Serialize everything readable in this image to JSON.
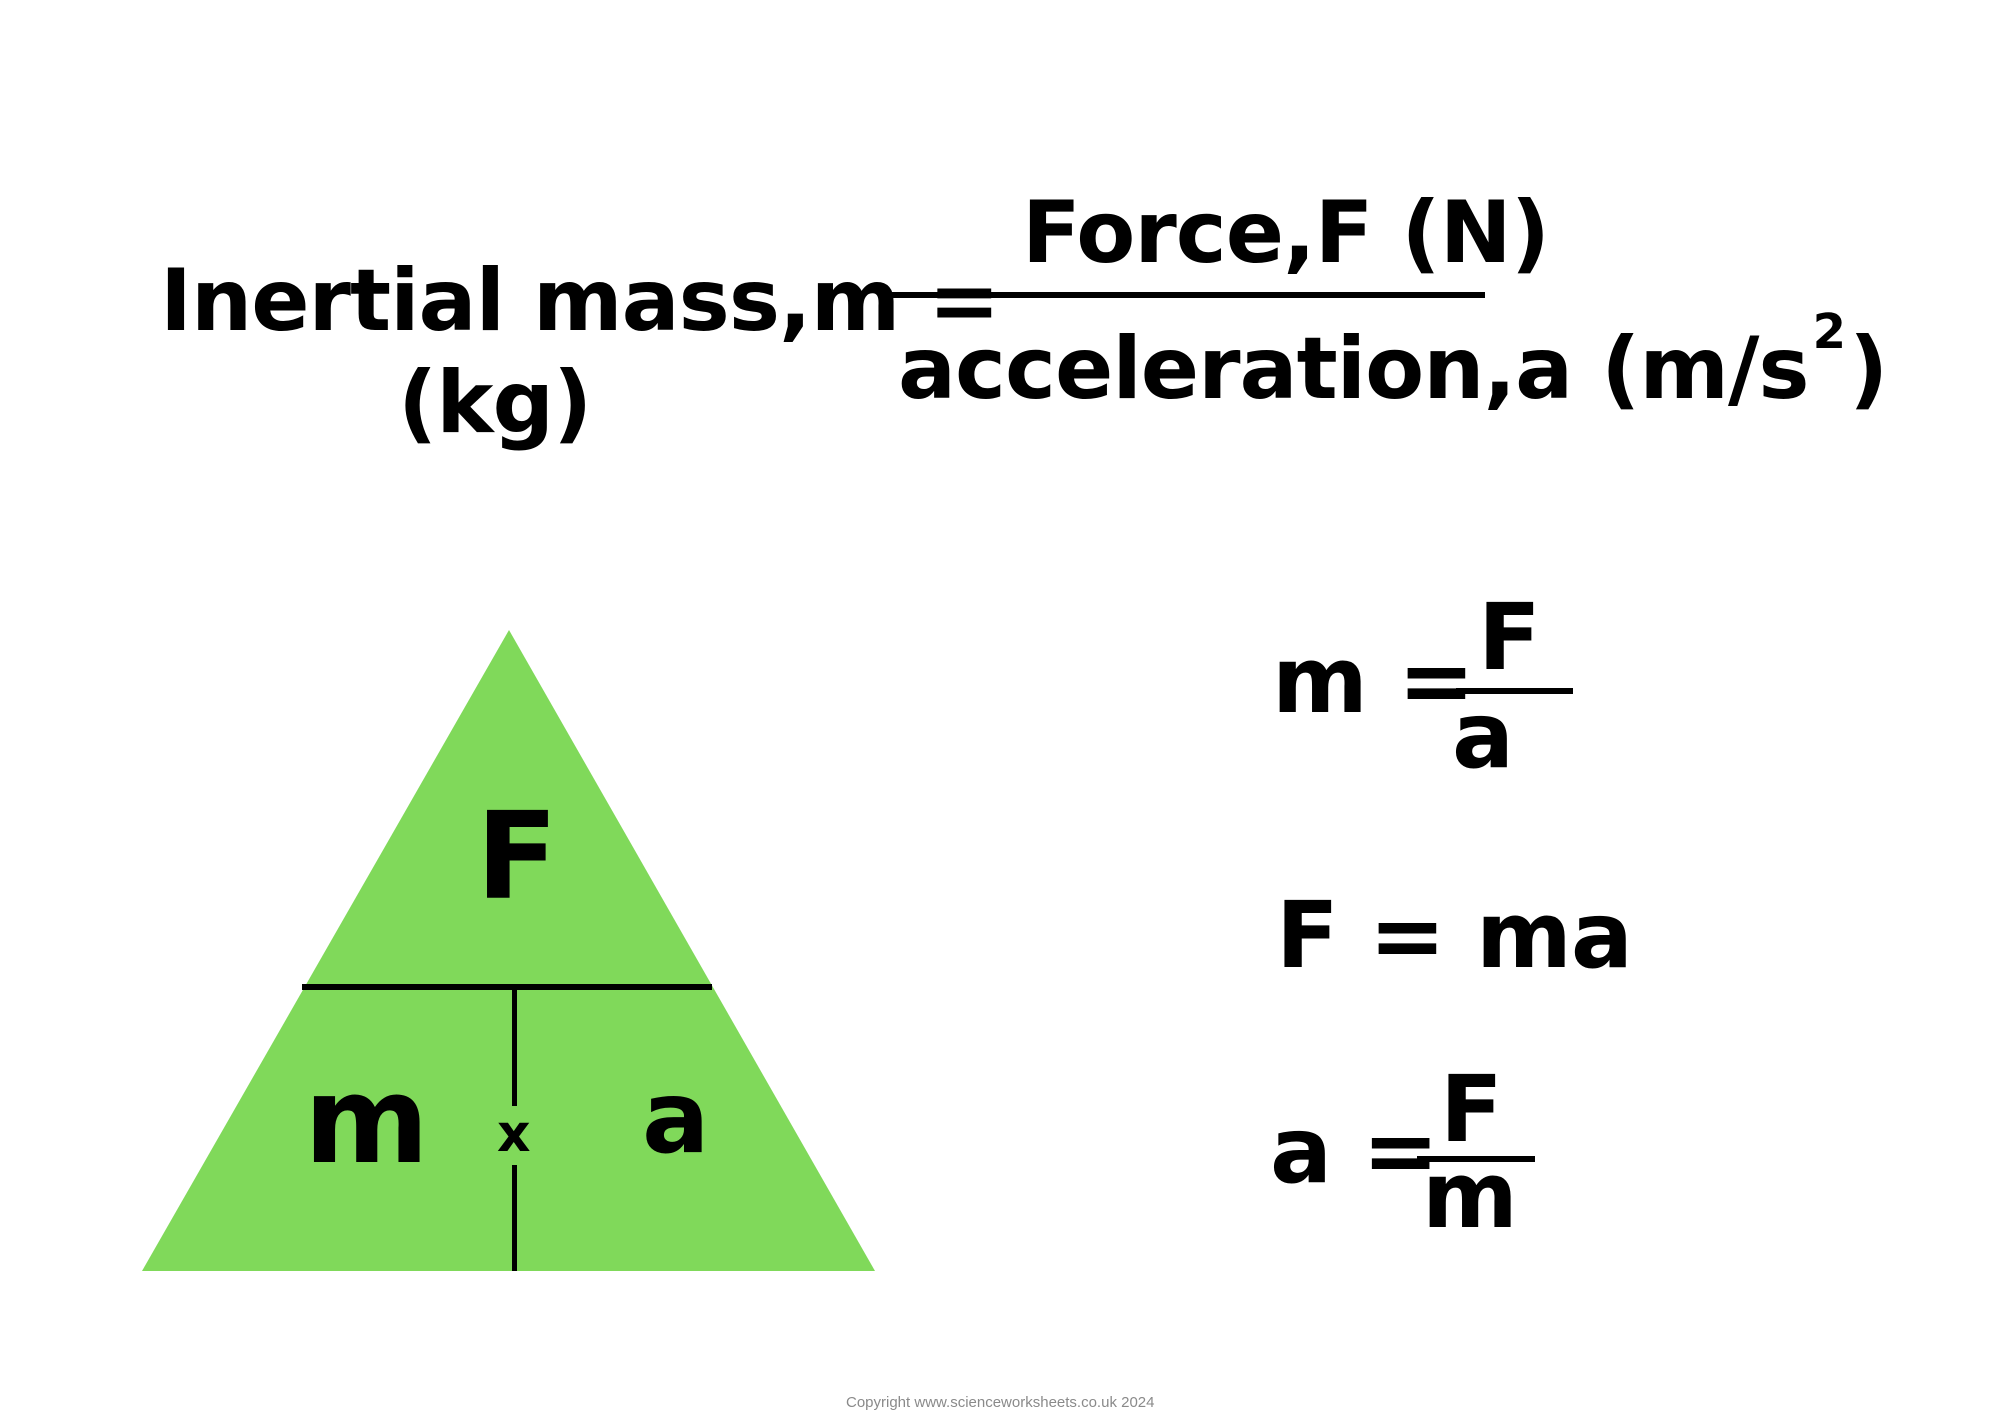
{
  "main_formula": {
    "lhs": "Inertial mass,m =",
    "lhs_unit": "(kg)",
    "numerator": "Force,F  (N)",
    "denominator_text": "acceleration,a  (m/s",
    "denominator_exponent": "2",
    "denominator_close": ")"
  },
  "triangle": {
    "fill_color": "#80D95A",
    "top_label": "F",
    "bottom_left_label": "m",
    "operator": "x",
    "bottom_right_label": "a"
  },
  "rearrangements": [
    {
      "lhs": "m =",
      "numerator": "F",
      "denominator": "a"
    },
    {
      "expression": "F = ma"
    },
    {
      "lhs": "a =",
      "numerator": "F",
      "denominator": "m"
    }
  ],
  "footer": {
    "copyright": "Copyright www.scienceworksheets.co.uk 2024"
  }
}
